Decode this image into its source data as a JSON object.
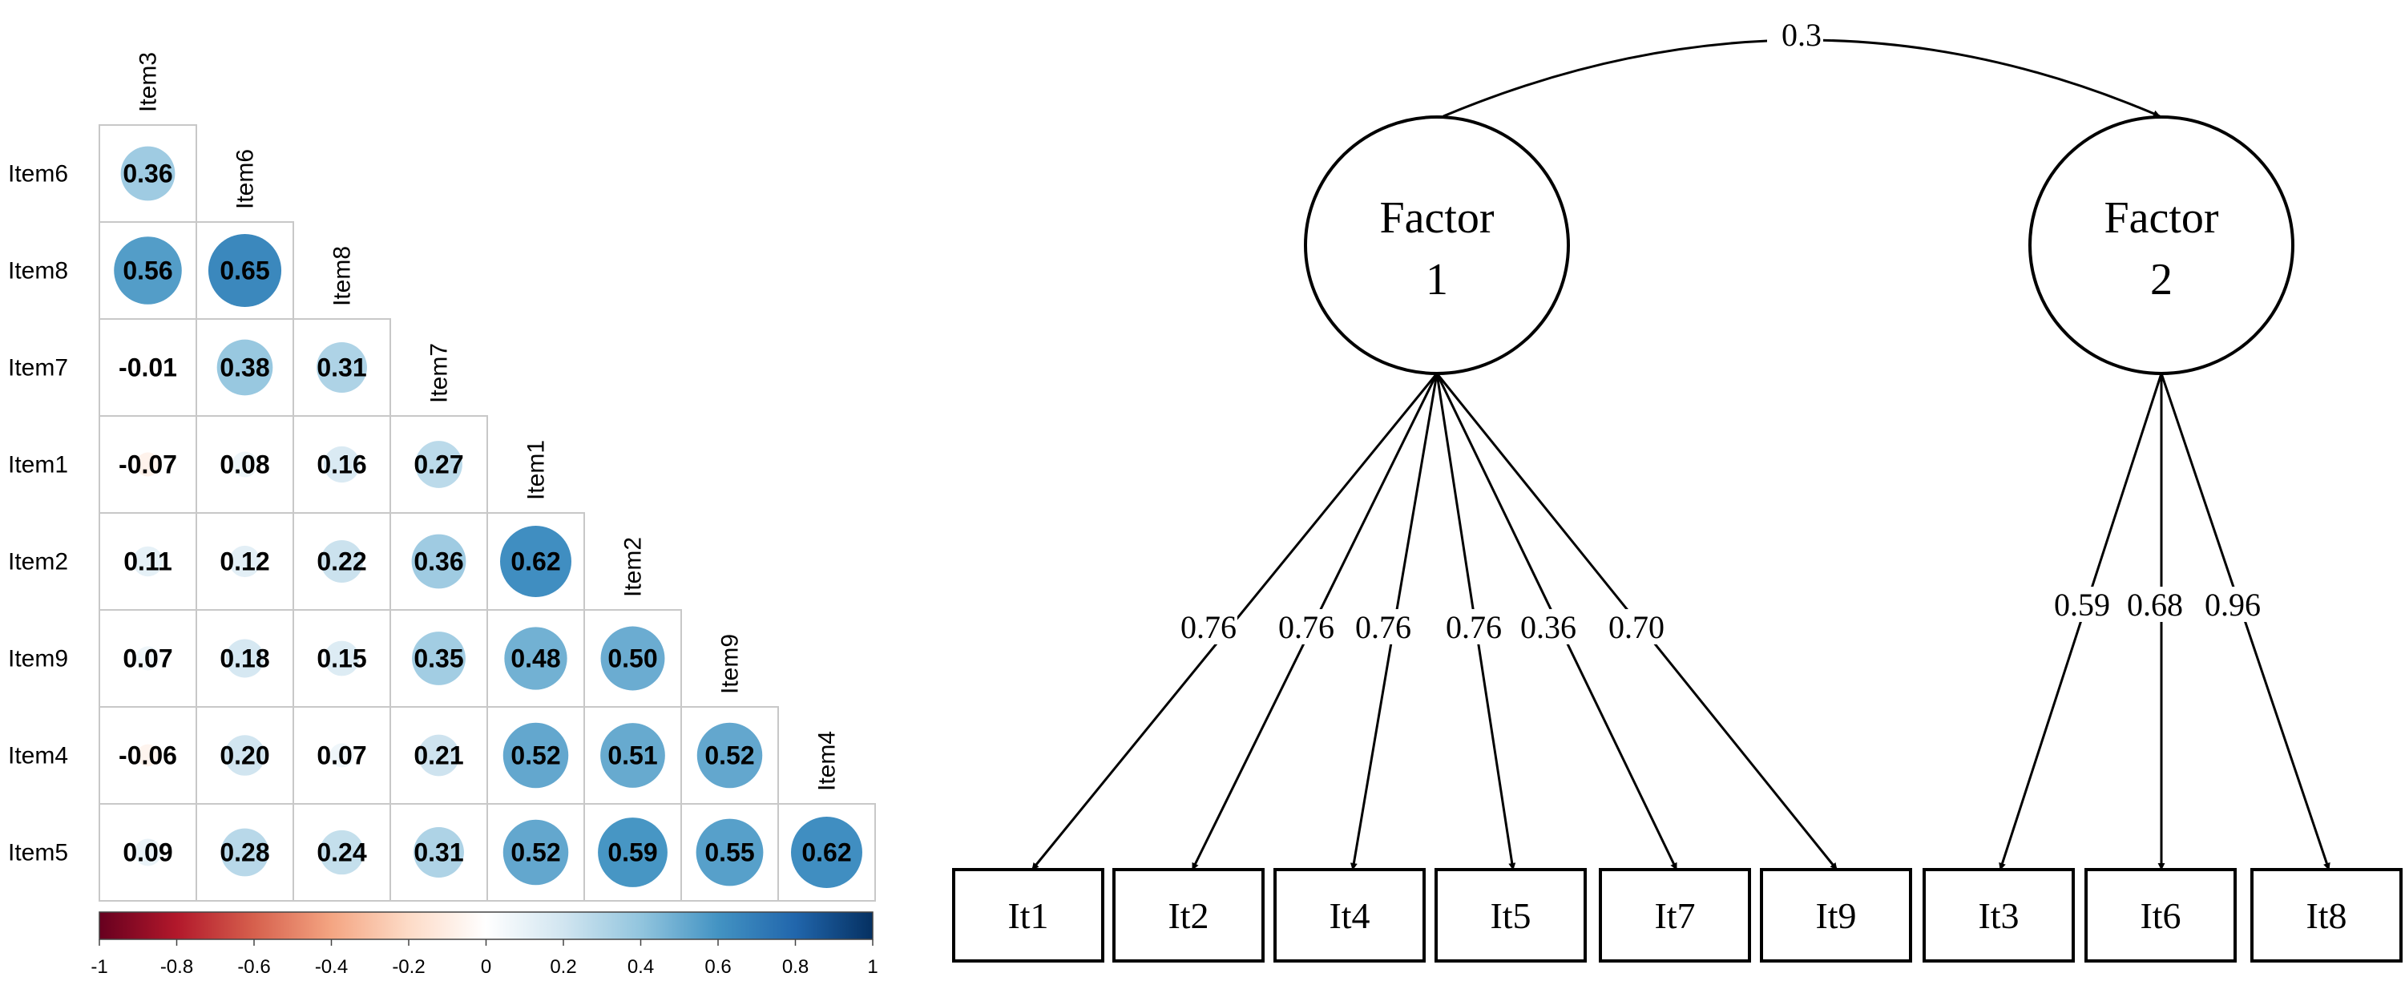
{
  "correlogram": {
    "items": [
      "Item3",
      "Item6",
      "Item8",
      "Item7",
      "Item1",
      "Item2",
      "Item9",
      "Item4",
      "Item5"
    ],
    "values": [
      [
        0.36
      ],
      [
        0.56,
        0.65
      ],
      [
        -0.01,
        0.38,
        0.31
      ],
      [
        -0.07,
        0.08,
        0.16,
        0.27
      ],
      [
        0.11,
        0.12,
        0.22,
        0.36,
        0.62
      ],
      [
        0.07,
        0.18,
        0.15,
        0.35,
        0.48,
        0.5
      ],
      [
        -0.06,
        0.2,
        0.07,
        0.21,
        0.52,
        0.51,
        0.52
      ],
      [
        0.09,
        0.28,
        0.24,
        0.31,
        0.52,
        0.59,
        0.55,
        0.62
      ]
    ],
    "value_labels": [
      [
        "0.36"
      ],
      [
        "0.56",
        "0.65"
      ],
      [
        "-0.01",
        "0.38",
        "0.31"
      ],
      [
        "-0.07",
        "0.08",
        "0.16",
        "0.27"
      ],
      [
        "0.11",
        "0.12",
        "0.22",
        "0.36",
        "0.62"
      ],
      [
        "0.07",
        "0.18",
        "0.15",
        "0.35",
        "0.48",
        "0.50"
      ],
      [
        "-0.06",
        "0.20",
        "0.07",
        "0.21",
        "0.52",
        "0.51",
        "0.52"
      ],
      [
        "0.09",
        "0.28",
        "0.24",
        "0.31",
        "0.52",
        "0.59",
        "0.55",
        "0.62"
      ]
    ],
    "color_scale": {
      "ticks": [
        "-1",
        "-0.8",
        "-0.6",
        "-0.4",
        "-0.2",
        "0",
        "0.2",
        "0.4",
        "0.6",
        "0.8",
        "1"
      ],
      "colors": [
        "#67001f",
        "#b2182b",
        "#d6604d",
        "#f4a582",
        "#fddbc7",
        "#ffffff",
        "#d1e5f0",
        "#92c5de",
        "#4393c3",
        "#2166ac",
        "#053061"
      ]
    }
  },
  "path_diagram": {
    "factors": [
      {
        "line1": "Factor",
        "line2": "1"
      },
      {
        "line1": "Factor",
        "line2": "2"
      }
    ],
    "covariance_label": "0.3",
    "factor1_loadings": [
      "0.76",
      "0.76",
      "0.76",
      "0.76",
      "0.36",
      "0.70"
    ],
    "factor2_loadings": [
      "0.59",
      "0.68",
      "0.96"
    ],
    "indicators": [
      "It1",
      "It2",
      "It4",
      "It5",
      "It7",
      "It9",
      "It3",
      "It6",
      "It8"
    ]
  }
}
